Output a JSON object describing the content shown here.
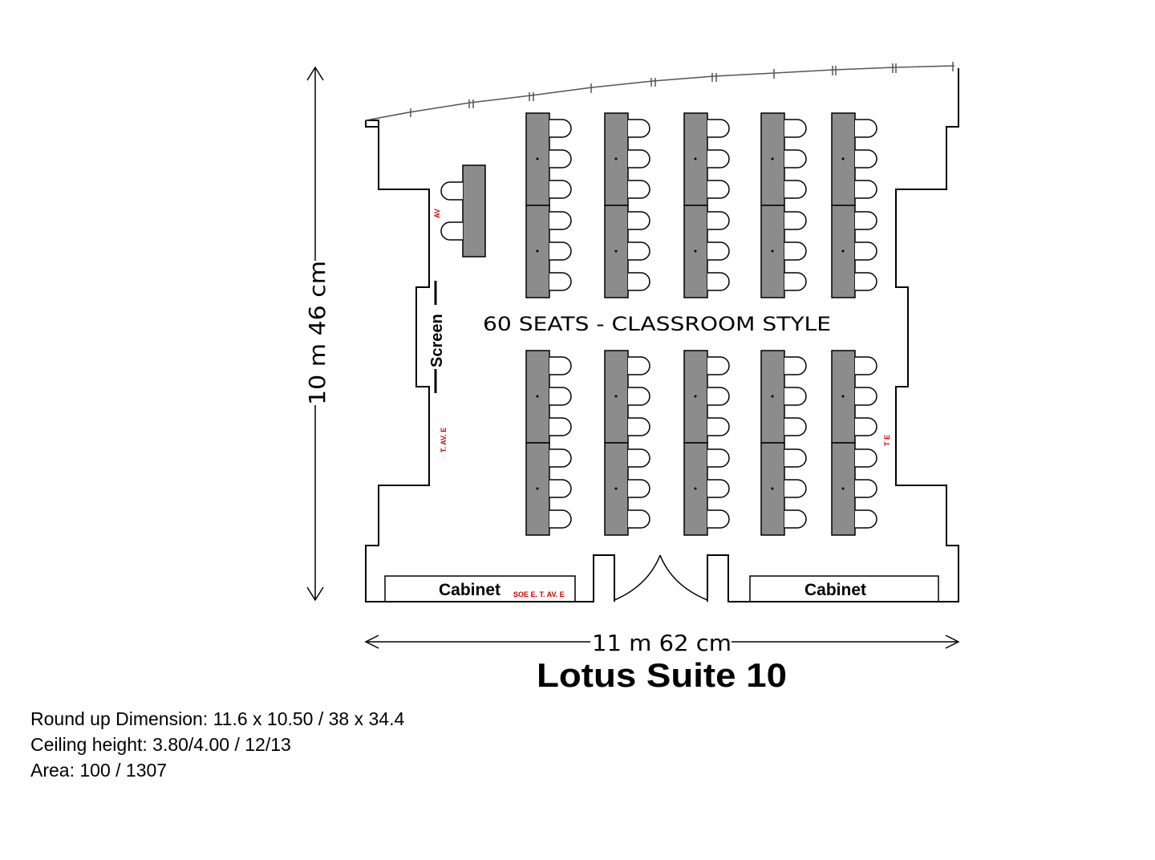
{
  "dimensions": {
    "height_label": "10 m 46 cm",
    "width_label": "11 m 62 cm"
  },
  "layout_label": "60 SEATS - CLASSROOM STYLE",
  "screen_label": "Screen",
  "cabinets": [
    {
      "label": "Cabinet"
    },
    {
      "label": "Cabinet"
    }
  ],
  "title": "Lotus Suite 10",
  "specs": {
    "dimension": "Round up Dimension: 11.6 x 10.50 / 38 x 34.4",
    "ceiling": "Ceiling height: 3.80/4.00 / 12/13",
    "area": "Area: 100 / 1307"
  },
  "colors": {
    "table_fill": "#8c8c8c",
    "marker_red": "#d00000"
  },
  "layout": {
    "table_columns": 5,
    "table_rows": 2,
    "tables_per_block": 2,
    "chairs_per_table": 3,
    "presenter_chairs": 2
  }
}
